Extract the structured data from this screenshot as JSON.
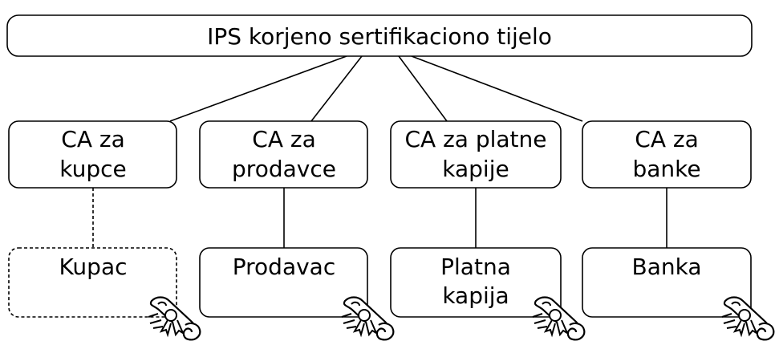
{
  "root": {
    "label": "IPS korjeno sertifikaciono tijelo"
  },
  "cas": [
    {
      "lines": [
        "CA za",
        "kupce"
      ]
    },
    {
      "lines": [
        "CA za",
        "prodavce"
      ]
    },
    {
      "lines": [
        "CA za platne",
        "kapije"
      ]
    },
    {
      "lines": [
        "CA za",
        "banke"
      ]
    }
  ],
  "entities": [
    {
      "lines": [
        "Kupac"
      ],
      "dashed": true,
      "certificate_icon": "certificate-scroll-icon"
    },
    {
      "lines": [
        "Prodavac"
      ],
      "dashed": false,
      "certificate_icon": "certificate-scroll-icon"
    },
    {
      "lines": [
        "Platna",
        "kapija"
      ],
      "dashed": false,
      "certificate_icon": "certificate-scroll-icon"
    },
    {
      "lines": [
        "Banka"
      ],
      "dashed": false,
      "certificate_icon": "certificate-scroll-icon"
    }
  ],
  "colors": {
    "stroke": "#000000",
    "fill": "#ffffff",
    "text": "#000000"
  }
}
